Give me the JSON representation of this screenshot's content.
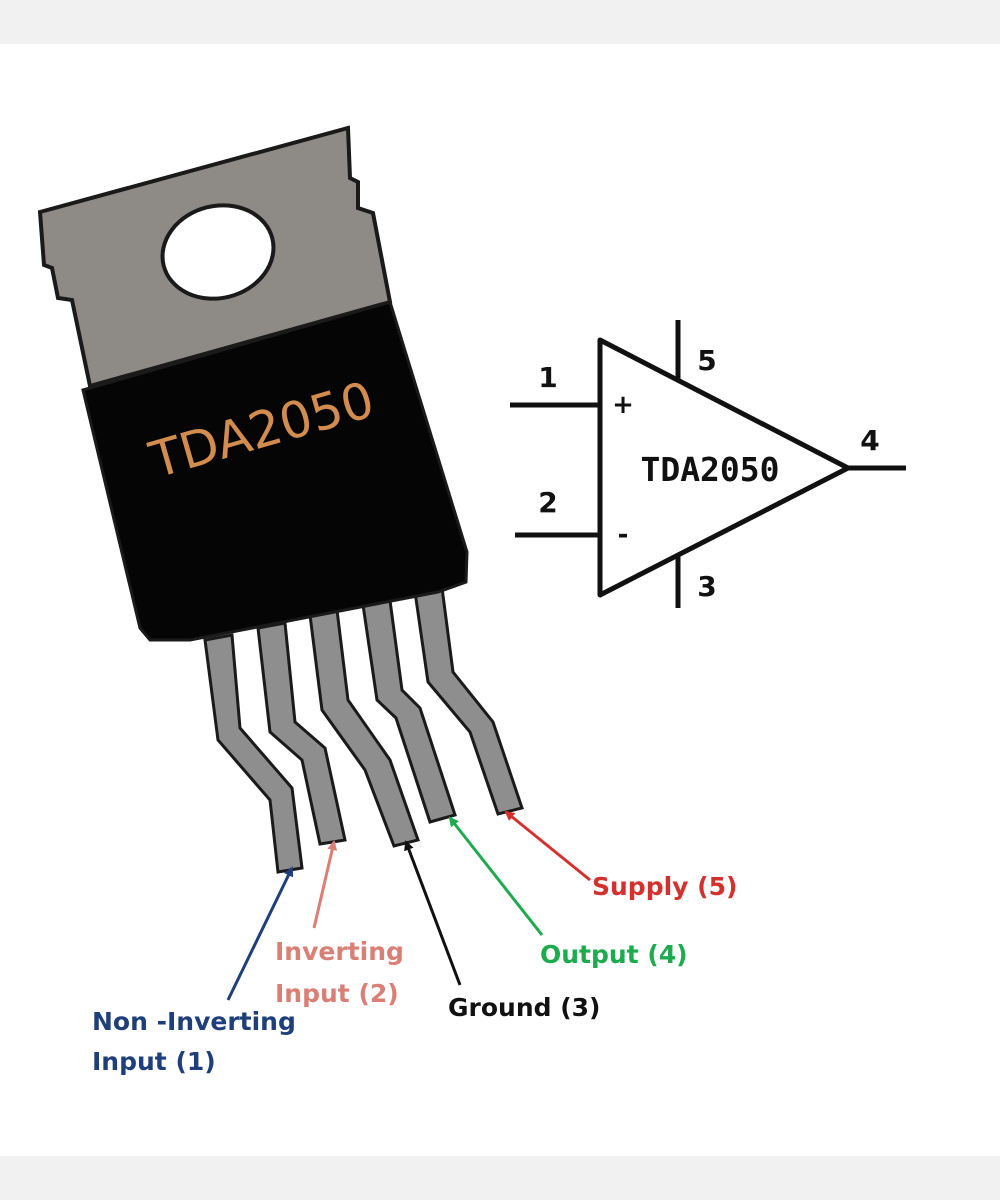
{
  "package": {
    "marking": "TDA2050",
    "marking_color": "#d28c4e"
  },
  "symbol": {
    "part": "TDA2050",
    "plus_sign": "+",
    "minus_sign": "-",
    "pins": {
      "p1": "1",
      "p2": "2",
      "p3": "3",
      "p4": "4",
      "p5": "5"
    }
  },
  "labels": {
    "non_inverting_line1": "Non -Inverting",
    "non_inverting_line2": "Input (1)",
    "inverting_line1": "Inverting",
    "inverting_line2": "Input (2)",
    "ground": "Ground (3)",
    "output": "Output (4)",
    "supply": "Supply (5)"
  },
  "colors": {
    "non_inverting": "#1f3f7a",
    "inverting": "#d97f75",
    "ground": "#111111",
    "output": "#1eaa4e",
    "supply": "#d3312e"
  }
}
